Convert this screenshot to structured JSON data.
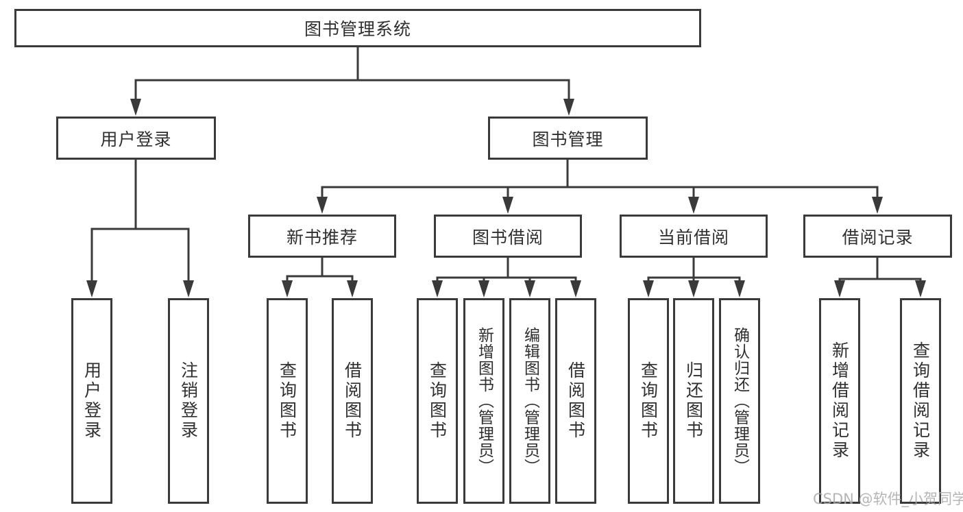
{
  "title": "图书管理系统",
  "colors": {
    "line": "#3a3a3a",
    "box_border": "#3a3a3a",
    "box_fill": "#ffffff",
    "text": "#2f2f2f",
    "watermark": "#a9a9a9",
    "background": "#ffffff"
  },
  "tree": {
    "root": {
      "label": "图书管理系统"
    },
    "login_branch": {
      "label": "用户登录",
      "children": [
        "用户登录",
        "注销登录"
      ]
    },
    "mgmt_branch": {
      "label": "图书管理",
      "sections": [
        {
          "label": "新书推荐",
          "children": [
            "查询图书",
            "借阅图书"
          ]
        },
        {
          "label": "图书借阅",
          "children": [
            "查询图书",
            "新增图书（管理员）",
            "编辑图书（管理员）",
            "借阅图书"
          ]
        },
        {
          "label": "当前借阅",
          "children": [
            "查询图书",
            "归还图书",
            "确认归还（管理员）"
          ]
        },
        {
          "label": "借阅记录",
          "children": [
            "新增借阅记录",
            "查询借阅记录"
          ]
        }
      ]
    }
  },
  "watermark": "CSDN @软件_小贺同学"
}
